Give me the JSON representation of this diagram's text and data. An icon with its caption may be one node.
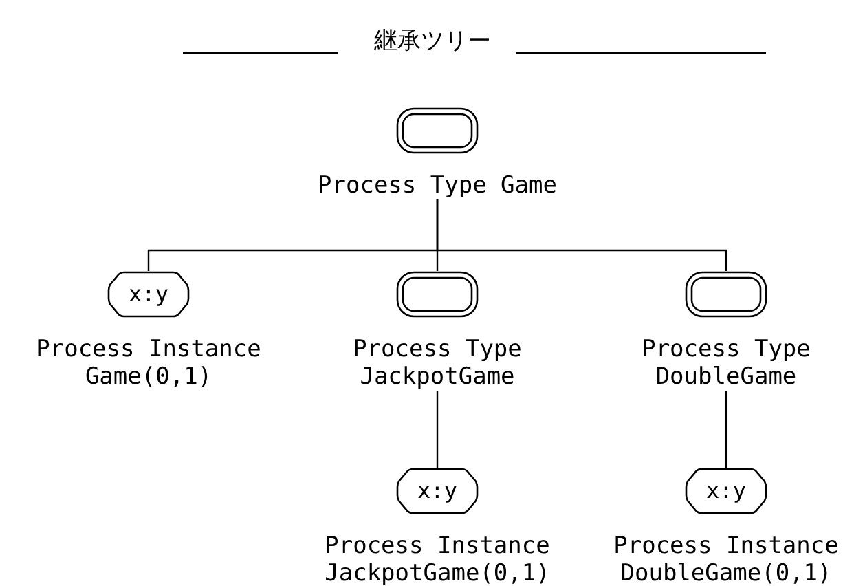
{
  "diagram": {
    "title": "継承ツリー",
    "nodes": [
      {
        "text": [
          "Process Type Game"
        ]
      },
      {
        "text": [
          "x:y",
          "Process Instance Game(0,1)"
        ]
      },
      {
        "text": [
          "Process Type JackpotGame"
        ]
      },
      {
        "text": [
          "Process Type DoubleGame"
        ]
      },
      {
        "text": [
          "x:y",
          "Process Instance JackpotGame(0,1)"
        ]
      },
      {
        "text": [
          "x:y",
          "Process Instance DoubleGame(0,1)"
        ]
      }
    ],
    "edges": [
      {
        "from": 0,
        "to": 1,
        "arrow": "none"
      },
      {
        "from": 0,
        "to": 2,
        "arrow": "none"
      },
      {
        "from": 0,
        "to": 3,
        "arrow": "none"
      },
      {
        "from": 2,
        "to": 4,
        "arrow": "none"
      },
      {
        "from": 3,
        "to": 5,
        "arrow": "none"
      }
    ]
  }
}
